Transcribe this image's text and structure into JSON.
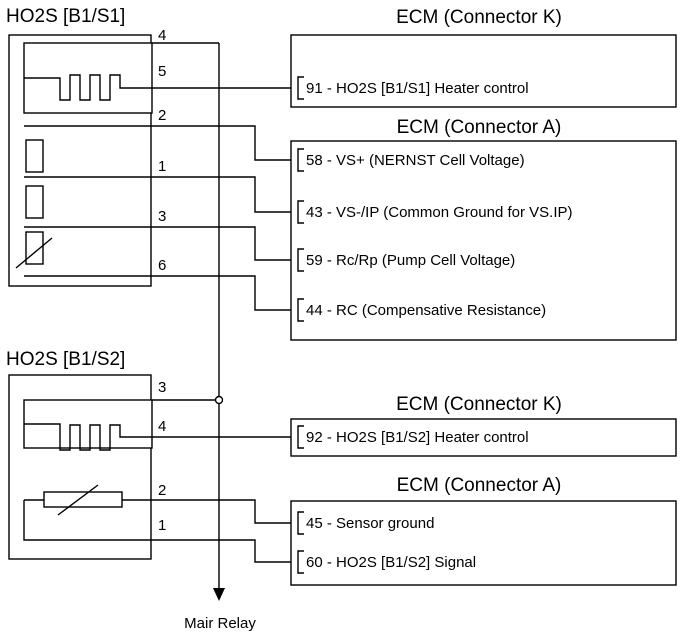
{
  "sensors": {
    "s1": {
      "title": "HO2S [B1/S1]",
      "pins": [
        "4",
        "5",
        "2",
        "1",
        "3",
        "6"
      ]
    },
    "s2": {
      "title": "HO2S [B1/S2]",
      "pins": [
        "3",
        "4",
        "2",
        "1"
      ]
    }
  },
  "ecm": {
    "k1_title": "ECM (Connector K)",
    "a1_title": "ECM (Connector A)",
    "k2_title": "ECM (Connector K)",
    "a2_title": "ECM (Connector A)",
    "signals": [
      "91 - HO2S [B1/S1] Heater control",
      "58 - VS+ (NERNST Cell Voltage)",
      "43 - VS-/IP (Common Ground for VS.IP)",
      "59 - Rc/Rp (Pump Cell Voltage)",
      "44 - RC (Compensative Resistance)",
      "92 - HO2S [B1/S2] Heater control",
      "45 - Sensor ground",
      "60 - HO2S [B1/S2] Signal"
    ]
  },
  "relay": {
    "label": "Mair Relay"
  }
}
